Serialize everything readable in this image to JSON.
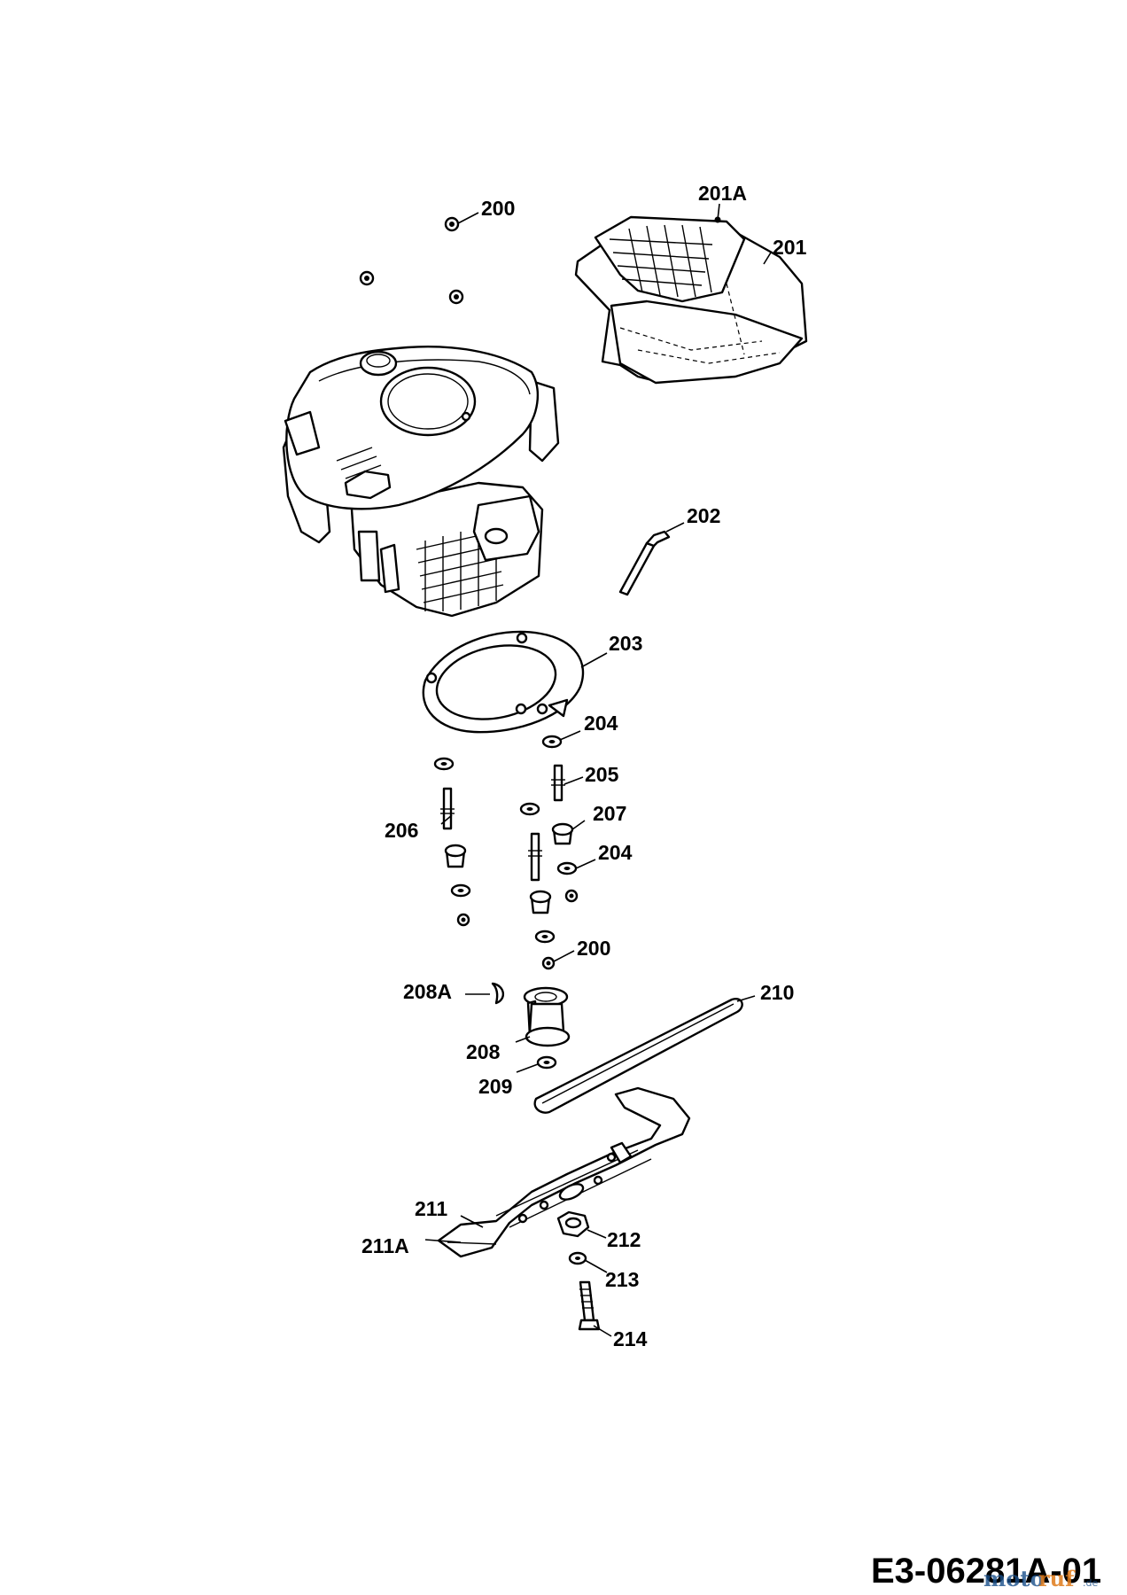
{
  "diagram": {
    "labels": {
      "p200_top": "200",
      "p201A": "201A",
      "p201": "201",
      "p202": "202",
      "p203": "203",
      "p204_a": "204",
      "p205": "205",
      "p206": "206",
      "p207": "207",
      "p204_b": "204",
      "p200_mid": "200",
      "p208A": "208A",
      "p210": "210",
      "p208": "208",
      "p209": "209",
      "p211": "211",
      "p211A": "211A",
      "p212": "212",
      "p213": "213",
      "p214": "214"
    },
    "drawing_code": "E3-06281A-01",
    "watermark": {
      "part1": "moto",
      "part2": "ruf",
      "suffix": ".de"
    }
  }
}
